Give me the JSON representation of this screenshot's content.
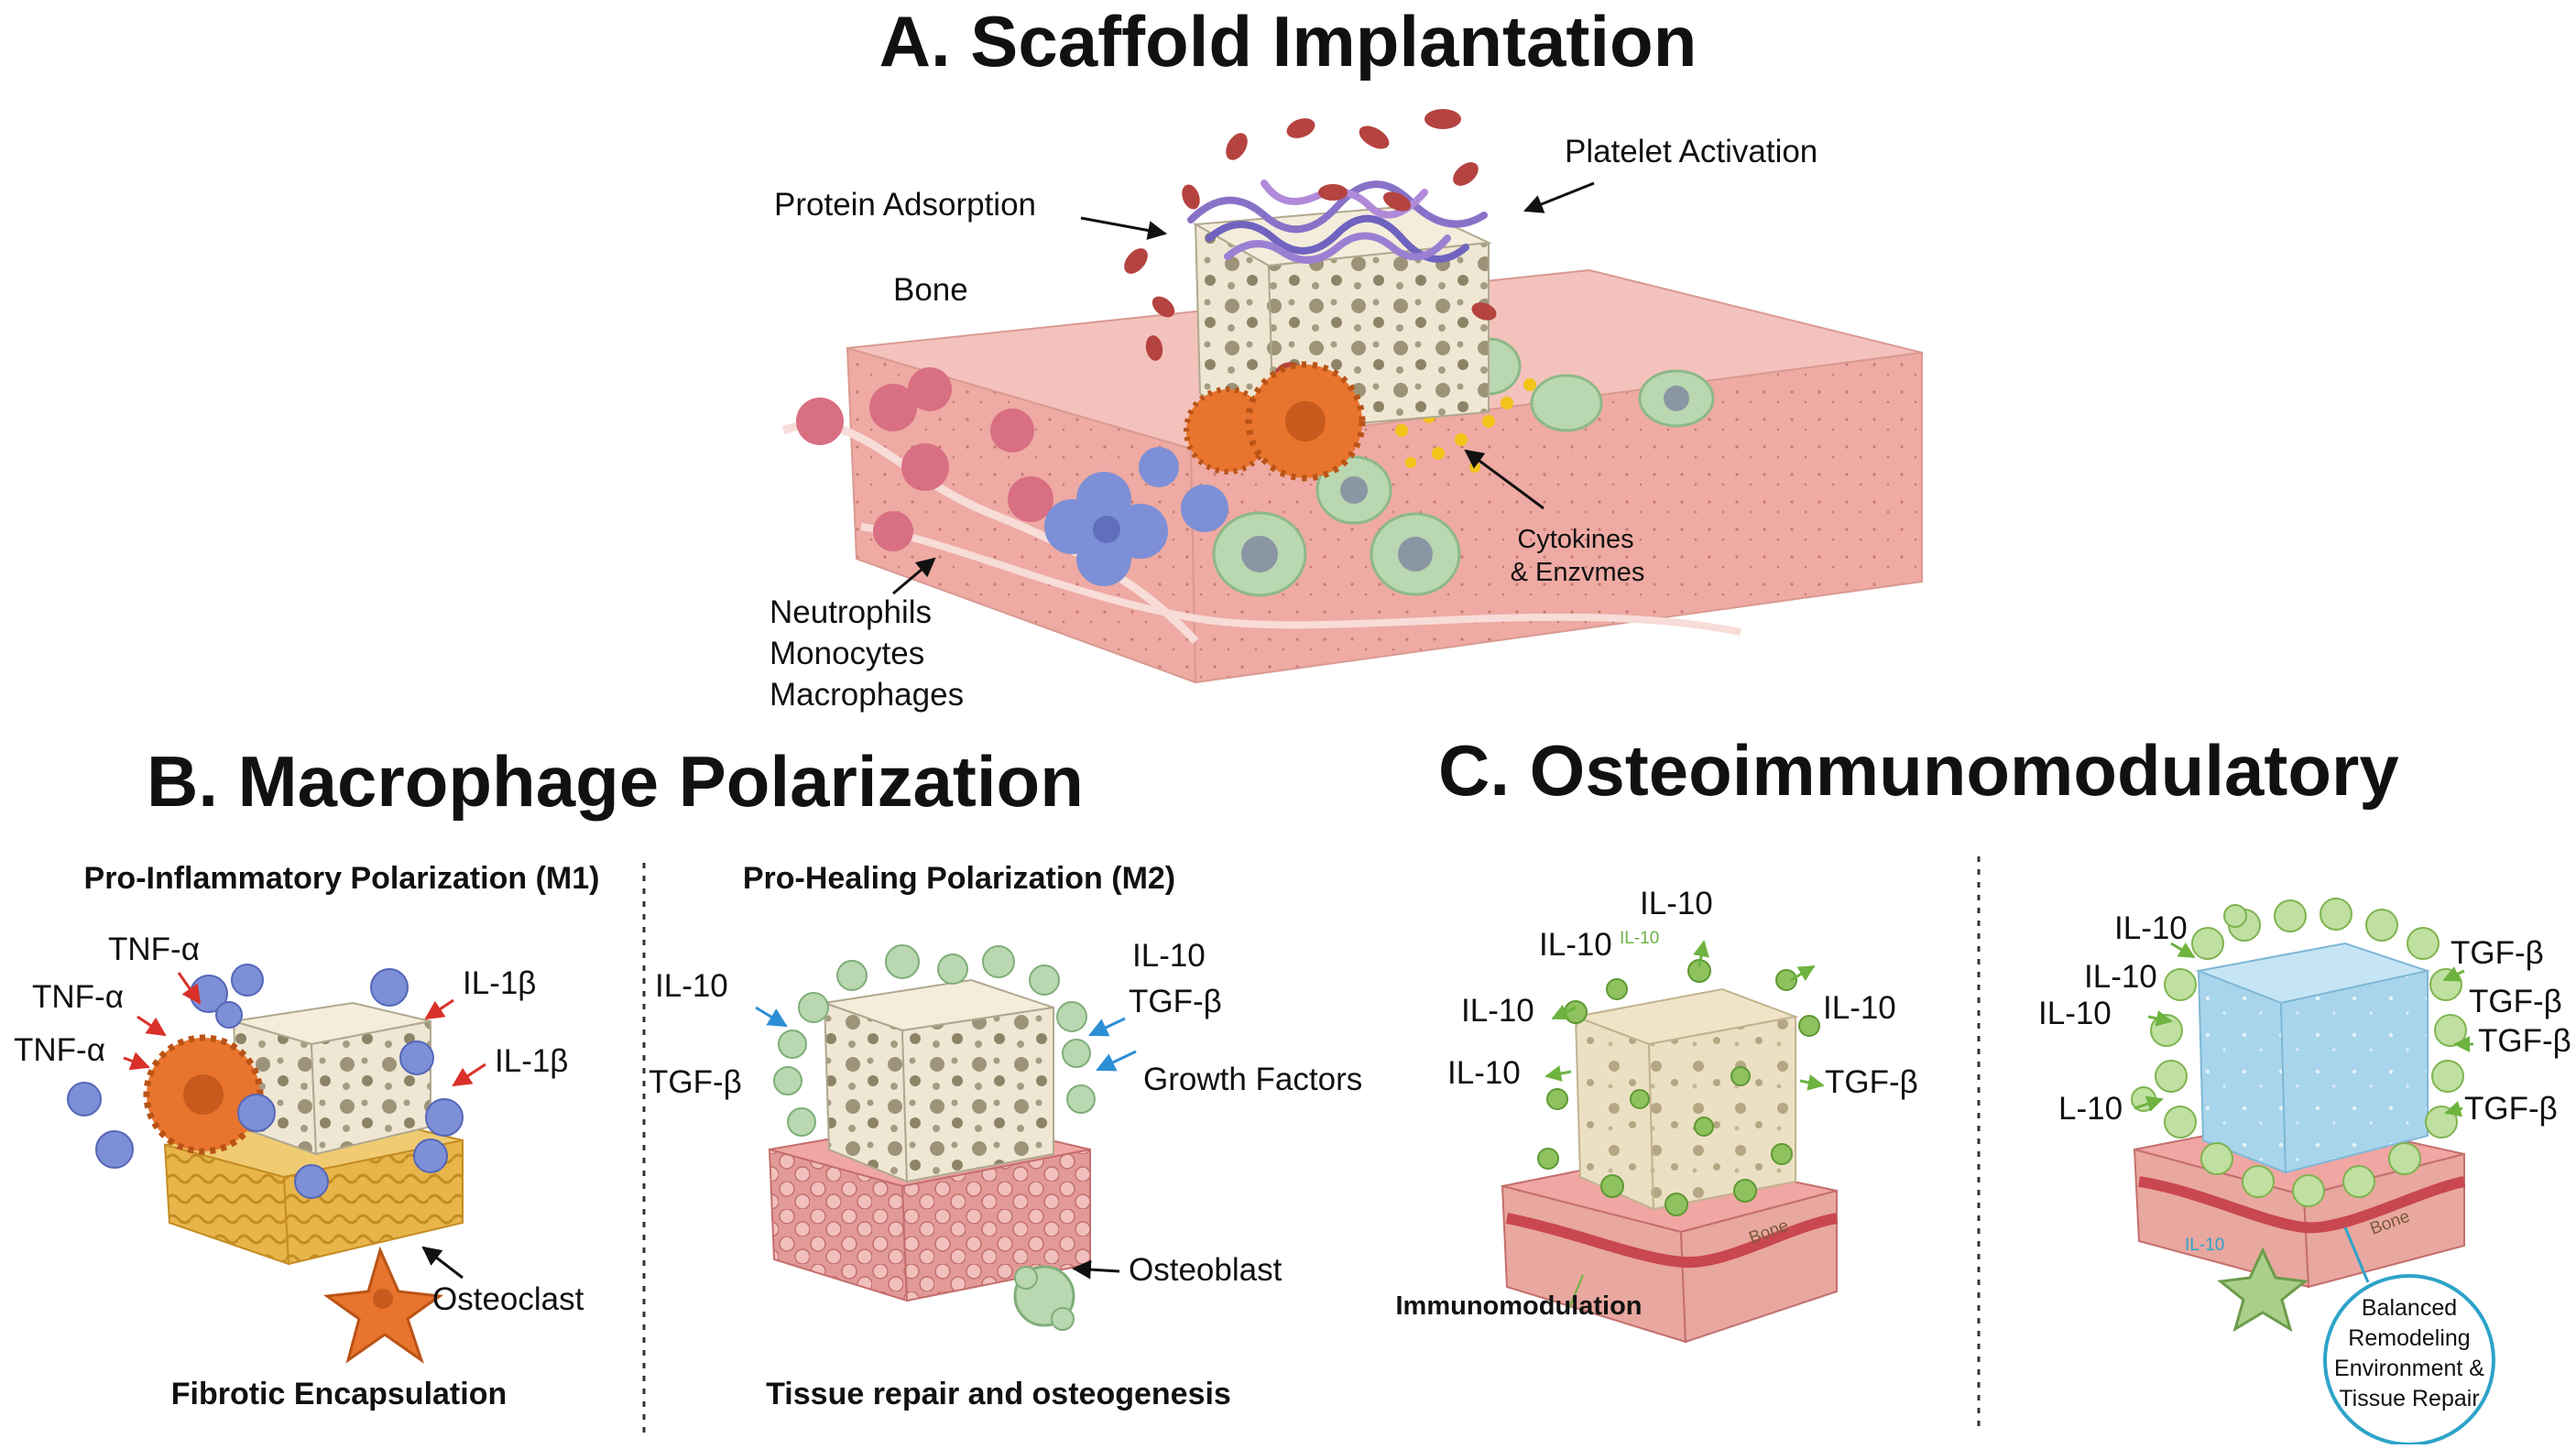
{
  "panel_a": {
    "title": "A. Scaffold Implantation",
    "protein_adsorption": "Protein Adsorption",
    "platelet_activation": "Platelet Activation",
    "bone": "Bone",
    "cytokines_line1": "Cytokines",
    "cytokines_line2": "& Enzvmes",
    "neutrophils": "Neutrophils",
    "monocytes": "Monocytes",
    "macrophages": "Macrophages"
  },
  "panel_b": {
    "title": "B. Macrophage Polarization",
    "m1": {
      "heading": "Pro-Inflammatory Polarization (M1)",
      "tnf1": "TNF-α",
      "tnf2": "TNF-α",
      "tnf3": "TNF-α",
      "il1b_1": "IL-1β",
      "il1b_2": "IL-1β",
      "osteoclast": "Osteoclast",
      "caption": "Fibrotic Encapsulation"
    },
    "m2": {
      "heading": "Pro-Healing Polarization (M2)",
      "il10_left": "IL-10",
      "tgfb_left": "TGF-β",
      "il10_right": "IL-10",
      "tgfb_right": "TGF-β",
      "growth_factors": "Growth Factors",
      "osteoblast": "Osteoblast",
      "caption": "Tissue repair and osteogenesis"
    }
  },
  "panel_c": {
    "title": "C. Osteoimmunomodulatory",
    "left": {
      "il10_top": "IL-10",
      "il10_a": "IL-10",
      "il10_tiny": "IL-10",
      "il10_b": "IL-10",
      "il10_c": "IL-10",
      "il10_right": "IL-10",
      "tgfb": "TGF-β",
      "bone": "Bone",
      "caption": "Immunomodulation"
    },
    "right": {
      "il10_a": "IL-10",
      "il10_b": "IL-10",
      "il10_c": "IL-10",
      "l10": "L-10",
      "il10_tiny": "IL-10",
      "tgfb_1": "TGF-β",
      "tgfb_2": "TGF-β",
      "tgfb_3": "TGF-β",
      "tgfb_4": "TGF-β",
      "bone": "Bone",
      "bubble_line1": "Balanced",
      "bubble_line2": "Remodeling",
      "bubble_line3": "Environment &",
      "bubble_line4": "Tissue Repair"
    }
  },
  "colors": {
    "tissue_pink": "#eeaaa3",
    "scaffold_cream": "#efe7d4",
    "m1_macrophage": "#e8742d",
    "monocyte_blue": "#7d8fd6",
    "m2_cell_green": "#b9d7b0",
    "scaffold_blue": "#a9d5ec",
    "il10_green": "#6db33f",
    "arrow_red": "#d9312a",
    "arrow_blue": "#2c8fd6"
  }
}
